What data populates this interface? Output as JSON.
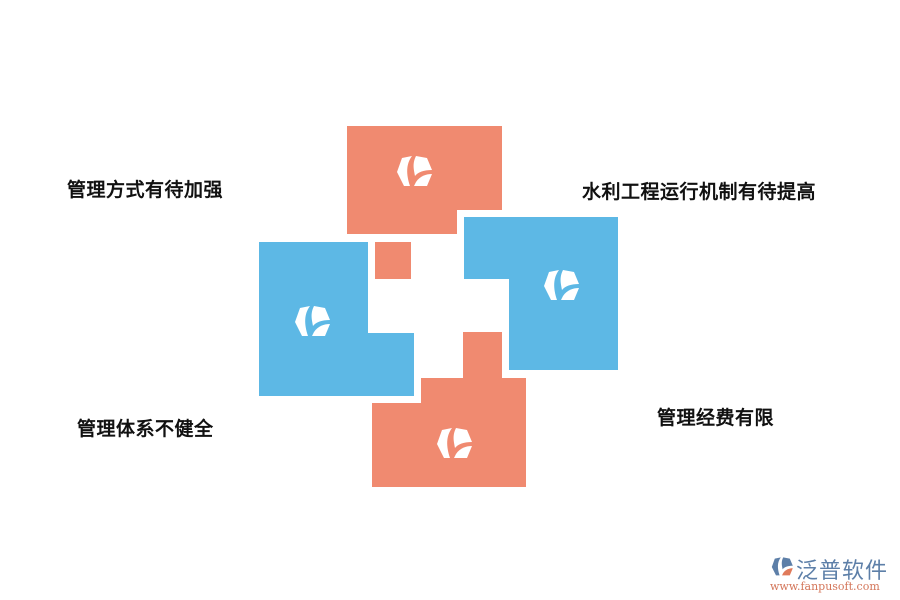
{
  "diagram": {
    "colors": {
      "salmon": "#f08a70",
      "blue": "#5db8e5",
      "text": "#111111"
    },
    "labels": {
      "top_left": "管理方式有待加强",
      "top_right": "水利工程运行机制有待提高",
      "bottom_left": "管理体系不健全",
      "bottom_right": "管理经费有限"
    },
    "icons": [
      "fanpu-logo-icon",
      "fanpu-logo-icon",
      "fanpu-logo-icon",
      "fanpu-logo-icon"
    ]
  },
  "watermark": {
    "brand": "泛普软件",
    "url": "www.fanpusoft.com"
  }
}
